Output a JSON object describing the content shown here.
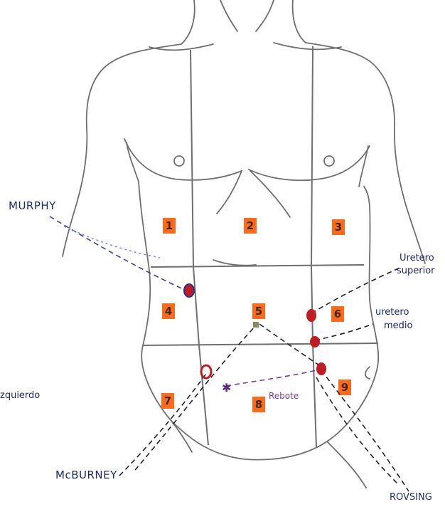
{
  "labels": {
    "murphy": "MURPHY",
    "mcburney": "McBURNEY",
    "rovsing": "ROVSING",
    "ureter_superior": [
      "Uretero",
      "superior"
    ],
    "ureter_medio": [
      "uretero",
      "medio"
    ],
    "rebote": "Rebote",
    "left_edge": "zquierdo"
  },
  "regions": [
    "1",
    "2",
    "3",
    "4",
    "5",
    "6",
    "7",
    "8",
    "9"
  ],
  "colors": {
    "outline": "#6f6f6f",
    "region_marker": "#ff6a1a",
    "point": "#c01c24",
    "blue_ink": "#1d2a6b",
    "purple_ink": "#7a3f9a"
  }
}
